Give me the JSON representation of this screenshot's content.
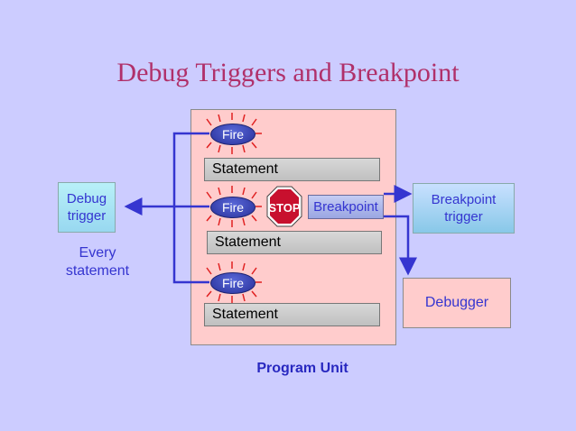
{
  "title": "Debug Triggers and Breakpoint",
  "program_unit": {
    "label": "Program Unit",
    "fire_label": "Fire",
    "statements": [
      "Statement",
      "Statement",
      "Statement"
    ]
  },
  "breakpoint": {
    "label": "Breakpoint",
    "stop_sign": "STOP"
  },
  "debug_trigger": {
    "line1": "Debug",
    "line2": "trigger"
  },
  "every_statement": {
    "line1": "Every",
    "line2": "statement"
  },
  "breakpoint_trigger": {
    "line1": "Breakpoint",
    "line2": "trigger"
  },
  "debugger": {
    "label": "Debugger"
  },
  "colors": {
    "background": "#ccccff",
    "title": "#b0306a",
    "arrow": "#3535d0",
    "fire": "#27309a",
    "stop_sign": "#c8102e"
  }
}
